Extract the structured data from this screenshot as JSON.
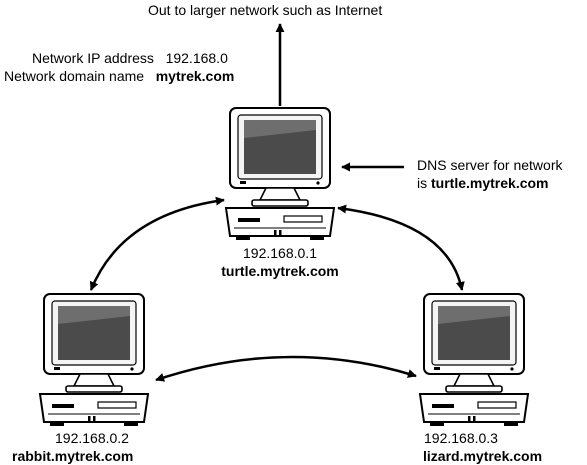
{
  "header": {
    "uplink_text": "Out to larger network such as Internet",
    "network_ip_label": "Network IP address",
    "network_ip_value": "192.168.0",
    "network_domain_label": "Network domain name",
    "network_domain_value": "mytrek.com"
  },
  "dns_note": {
    "line1": "DNS server for network",
    "line2_prefix": "is",
    "line2_host": "turtle.mytrek.com"
  },
  "hosts": [
    {
      "id": "turtle",
      "ip": "192.168.0.1",
      "hostname": "turtle.mytrek.com"
    },
    {
      "id": "rabbit",
      "ip": "192.168.0.2",
      "hostname": "rabbit.mytrek.com"
    },
    {
      "id": "lizard",
      "ip": "192.168.0.3",
      "hostname": "lizard.mytrek.com"
    }
  ]
}
